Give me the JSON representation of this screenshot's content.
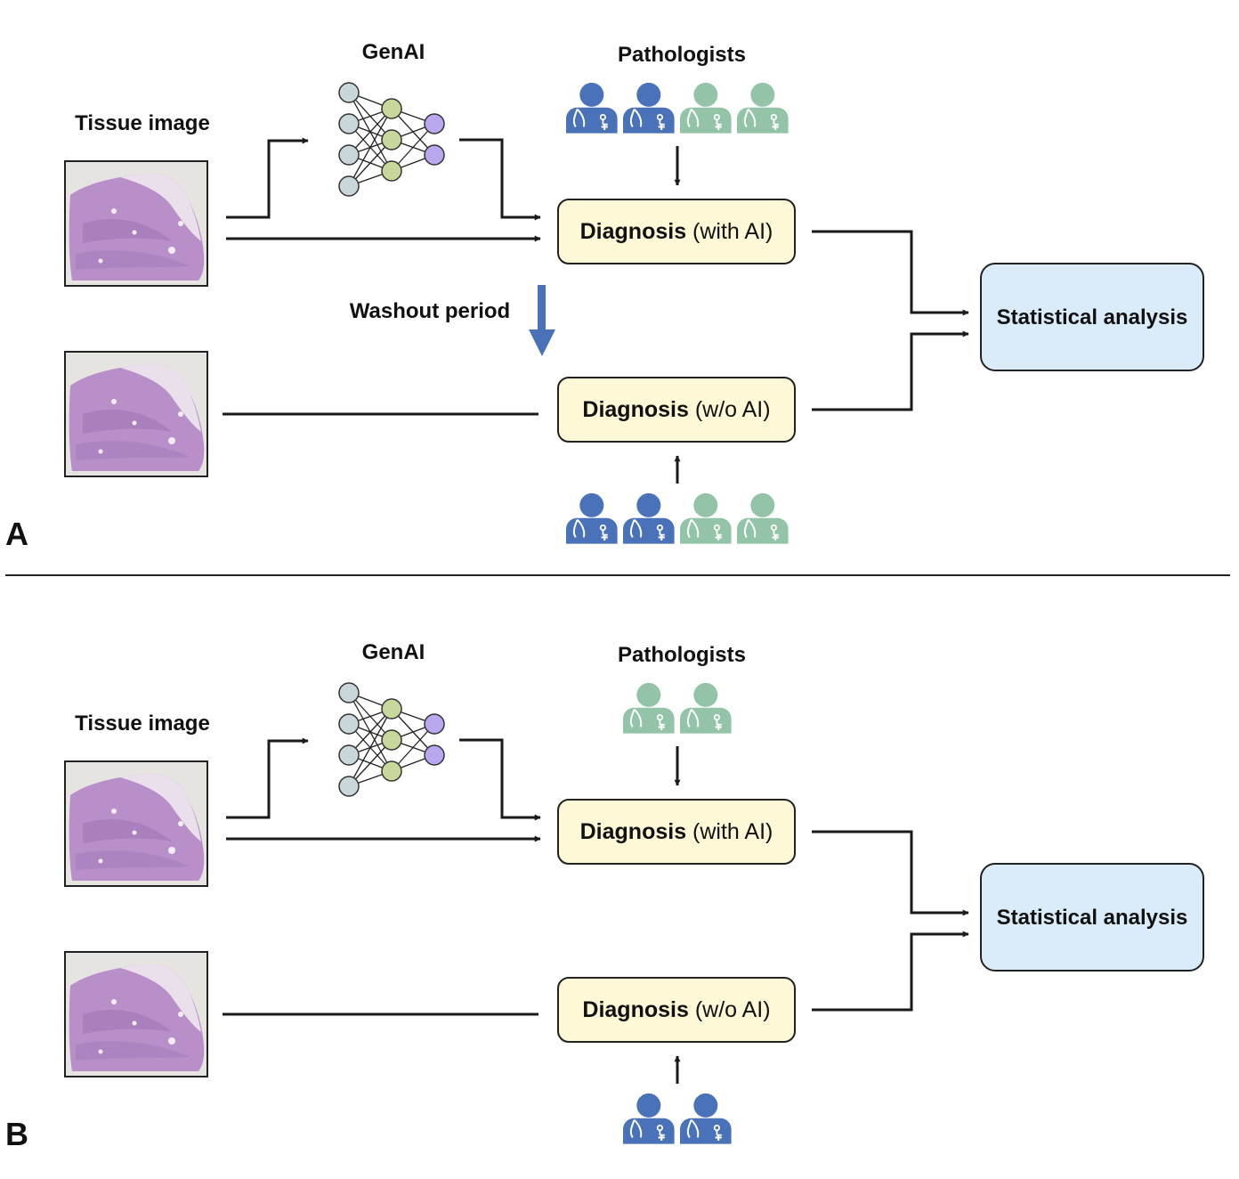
{
  "colors": {
    "diagnosis_box_fill": "#fdf8d5",
    "stats_box_fill": "#daecfa",
    "pathologist_blue": "#4a72b8",
    "pathologist_green": "#93c4a8",
    "washout_arrow": "#4a72b8",
    "nn_input_node": "#c9d6da",
    "nn_hidden_node": "#c7d99a",
    "nn_output_node": "#b9a8ef",
    "tissue_pink": "#b890c8"
  },
  "panels": [
    {
      "letter": "A",
      "genai_label": "GenAI",
      "pathologists_label": "Pathologists",
      "tissue_label": "Tissue image",
      "washout_label": "Washout period",
      "diag_with_bold": "Diagnosis",
      "diag_with_rest": " (with AI)",
      "diag_wo_bold": "Diagnosis",
      "diag_wo_rest": " (w/o AI)",
      "stats_label": "Statistical analysis",
      "top_pathologists": [
        "blue",
        "blue",
        "green",
        "green"
      ],
      "bottom_pathologists": [
        "blue",
        "blue",
        "green",
        "green"
      ]
    },
    {
      "letter": "B",
      "genai_label": "GenAI",
      "pathologists_label": "Pathologists",
      "tissue_label": "Tissue image",
      "diag_with_bold": "Diagnosis",
      "diag_with_rest": " (with AI)",
      "diag_wo_bold": "Diagnosis",
      "diag_wo_rest": " (w/o AI)",
      "stats_label": "Statistical analysis",
      "top_pathologists": [
        "green",
        "green"
      ],
      "bottom_pathologists": [
        "blue",
        "blue"
      ]
    }
  ]
}
